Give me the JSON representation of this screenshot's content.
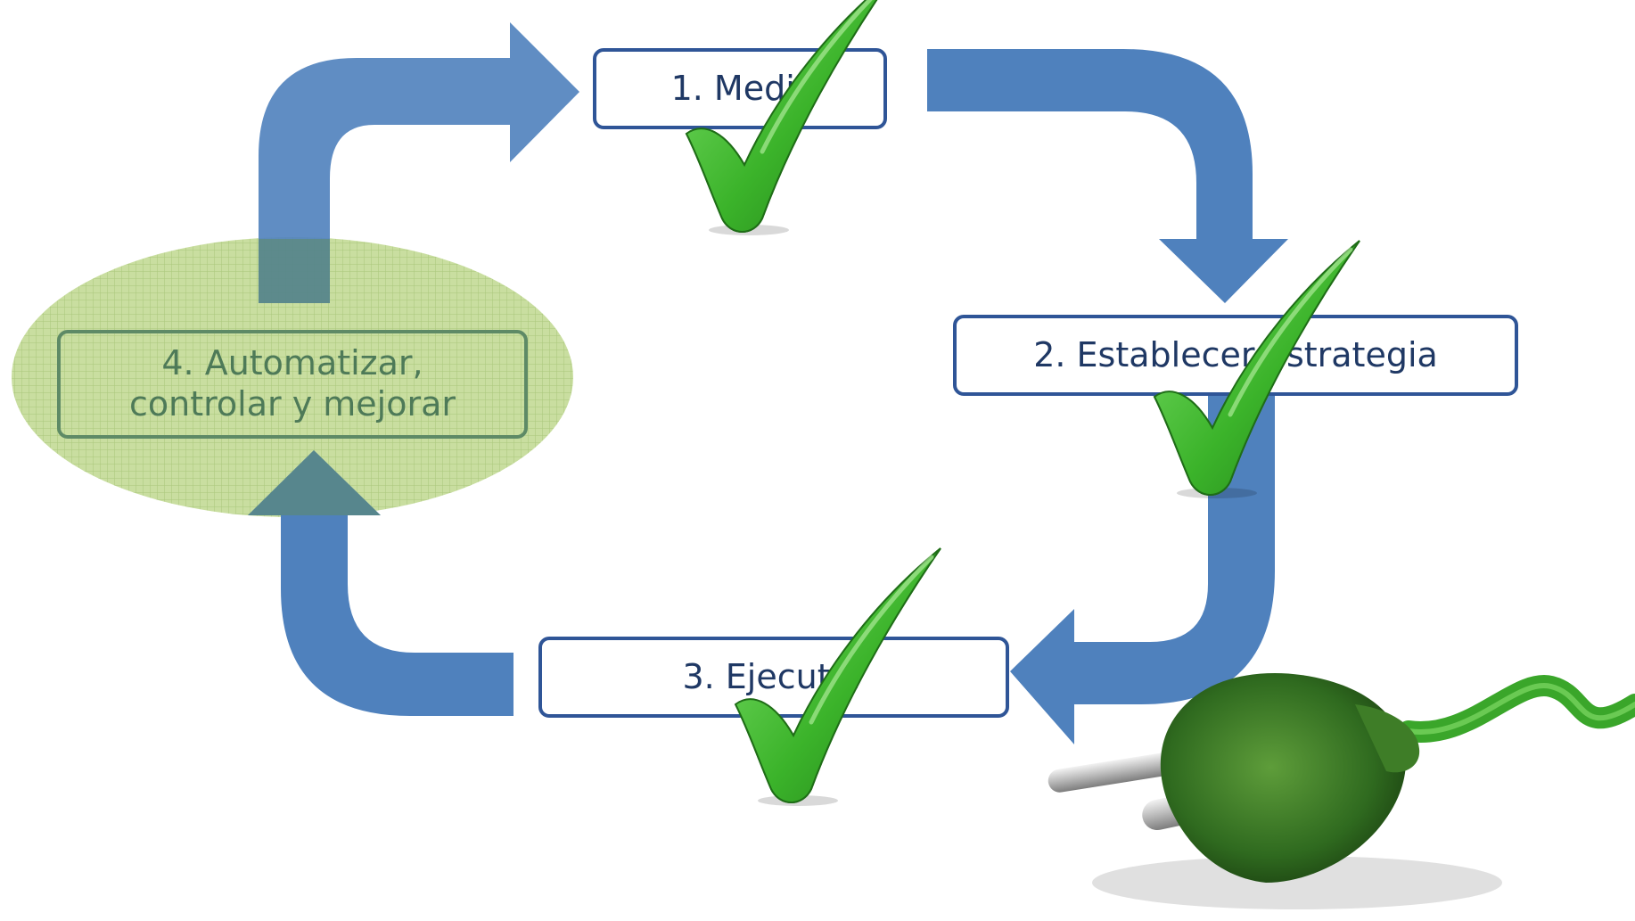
{
  "steps": [
    {
      "label": "1. Medir"
    },
    {
      "label": "2. Establecer estrategia"
    },
    {
      "label": "3. Ejecutar"
    },
    {
      "label": "4. Automatizar,\ncontrolar y mejorar"
    }
  ],
  "colors": {
    "arrow": "#4f81bd",
    "box_border": "#2f5597",
    "box_text": "#1f3864",
    "highlight_ellipse": "#c5db94",
    "check": "#3fae2a"
  },
  "icons": [
    "check-icon",
    "green-plug-image"
  ]
}
